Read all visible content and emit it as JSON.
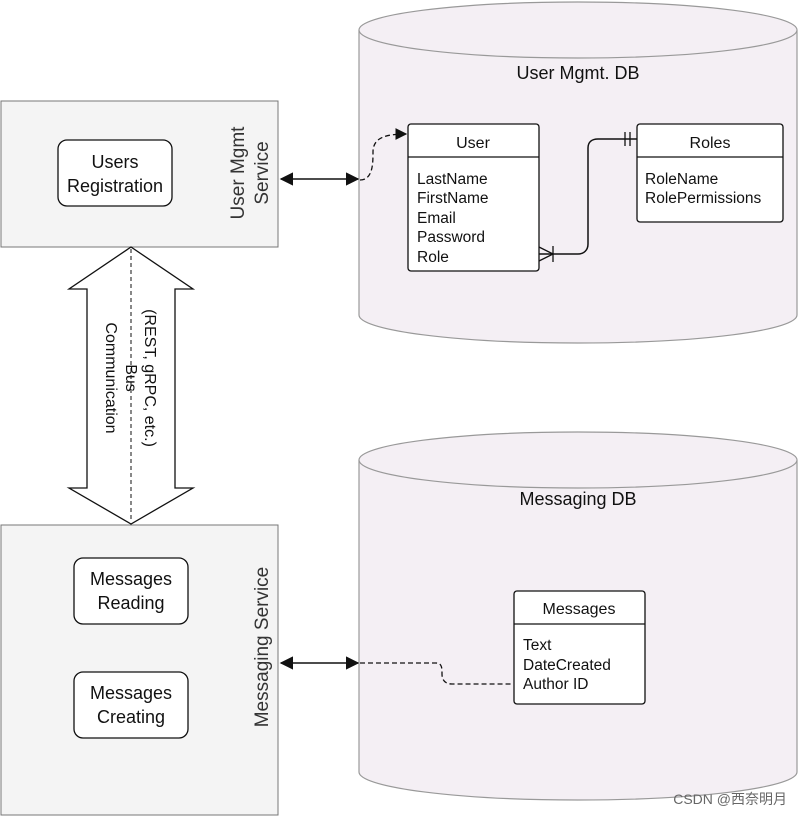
{
  "services": {
    "user_mgmt": {
      "label": [
        "User Mgmt",
        "Service"
      ],
      "boxes": [
        [
          "Users",
          "Registration"
        ]
      ]
    },
    "messaging": {
      "label": [
        "Messaging Service"
      ],
      "boxes": [
        [
          "Messages",
          "Reading"
        ],
        [
          "Messages",
          "Creating"
        ]
      ]
    }
  },
  "bus": {
    "lines": [
      "Communication",
      "Bus",
      "(REST, gRPC, etc.)"
    ]
  },
  "databases": {
    "user_db": {
      "title": "User Mgmt. DB",
      "tables": {
        "user": {
          "name": "User",
          "fields": [
            "LastName",
            "FirstName",
            "Email",
            "Password",
            "Role"
          ]
        },
        "roles": {
          "name": "Roles",
          "fields": [
            "RoleName",
            "RolePermissions"
          ]
        }
      }
    },
    "messaging_db": {
      "title": "Messaging DB",
      "tables": {
        "messages": {
          "name": "Messages",
          "fields": [
            "Text",
            "DateCreated",
            "Author ID"
          ]
        }
      }
    }
  },
  "watermark": "CSDN @西奈明月",
  "colors": {
    "service_fill": "#f4f4f4",
    "db_fill": "#f4eff4",
    "stroke": "#111111"
  }
}
